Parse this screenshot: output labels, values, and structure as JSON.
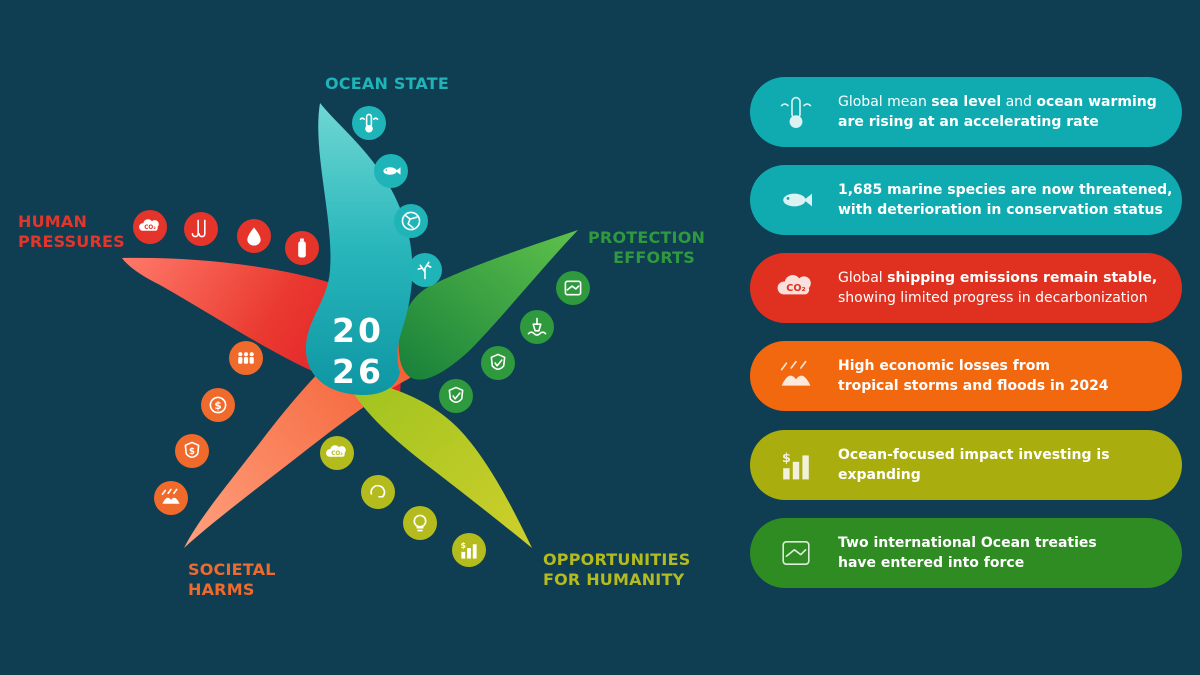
{
  "year_badge": {
    "line1": "20",
    "line2": "26"
  },
  "arms": {
    "ocean_state": {
      "label_lines": [
        "OCEAN STATE"
      ],
      "color": "#1fb5b8"
    },
    "protection_efforts": {
      "label_lines": [
        "PROTECTION",
        "EFFORTS"
      ],
      "color": "#2e9a3d"
    },
    "opportunities": {
      "label_lines": [
        "OPPORTUNITIES",
        "FOR HUMANITY"
      ],
      "color": "#b4bc1d"
    },
    "societal_harms": {
      "label_lines": [
        "SOCIETAL",
        "HARMS"
      ],
      "color": "#f06a2c"
    },
    "human_pressures": {
      "label_lines": [
        "HUMAN",
        "PRESSURES"
      ],
      "color": "#e5352a"
    }
  },
  "icons": {
    "ocean_state": [
      "thermometer-icon",
      "fish-icon",
      "cracked-globe-icon",
      "coral-icon"
    ],
    "protection_efforts": [
      "treaty-handshake-icon",
      "buoy-icon",
      "shield-hands-icon",
      "protected-area-icon"
    ],
    "opportunities": [
      "co2-capture-icon",
      "recycle-icon",
      "lightbulb-icon",
      "growth-bars-icon"
    ],
    "societal_harms": [
      "crowd-icon",
      "economic-loss-icon",
      "insurance-icon",
      "storm-flood-icon"
    ],
    "human_pressures": [
      "co2-cloud-icon",
      "fishing-hooks-icon",
      "oil-drop-icon",
      "plastic-bottle-icon"
    ]
  },
  "cards": [
    {
      "color": "#10abb0",
      "icon": "thermometer-icon",
      "segments": [
        {
          "text": "Global mean ",
          "bold": false
        },
        {
          "text": "sea level",
          "bold": true
        },
        {
          "text": " and ",
          "bold": false
        },
        {
          "text": "ocean warming",
          "bold": true
        },
        {
          "text": "\nare rising at an accelerating rate",
          "bold": true
        }
      ]
    },
    {
      "color": "#10abb0",
      "icon": "fish-icon",
      "segments": [
        {
          "text": "1,685 marine species are now threatened,\nwith deterioration in conservation status",
          "bold": true
        }
      ]
    },
    {
      "color": "#e0301f",
      "icon": "co2-cloud-icon",
      "segments": [
        {
          "text": "Global ",
          "bold": false
        },
        {
          "text": "shipping emissions remain stable,",
          "bold": true
        },
        {
          "text": "\nshowing limited progress in decarbonization",
          "bold": false
        }
      ]
    },
    {
      "color": "#f2680f",
      "icon": "storm-flood-icon",
      "segments": [
        {
          "text": "High economic losses from\ntropical storms and floods in 2024",
          "bold": true
        }
      ]
    },
    {
      "color": "#a9ad0e",
      "icon": "growth-bars-icon",
      "segments": [
        {
          "text": "Ocean-focused impact investing is expanding",
          "bold": true
        }
      ]
    },
    {
      "color": "#2e8c22",
      "icon": "treaty-handshake-icon",
      "segments": [
        {
          "text": "Two international Ocean treaties\nhave entered into force",
          "bold": true
        }
      ]
    }
  ]
}
